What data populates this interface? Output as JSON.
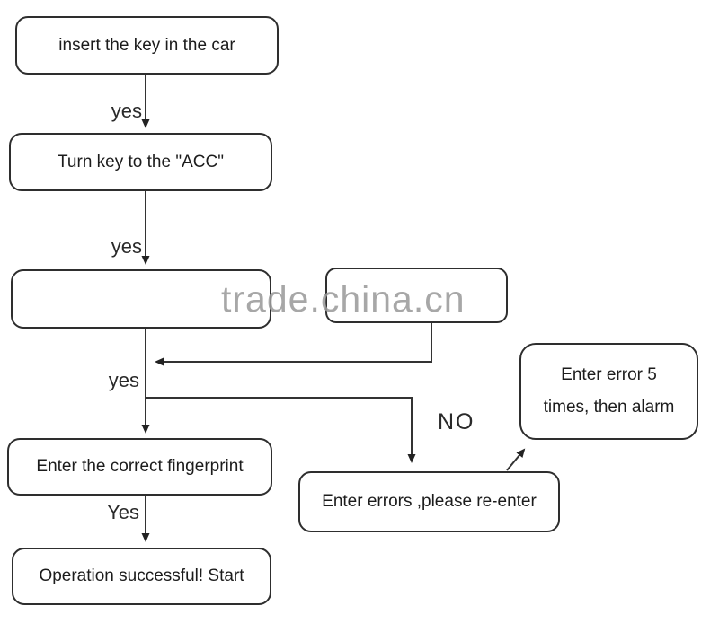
{
  "diagram": {
    "title_hint": "car fingerprint ignition flowchart",
    "nodes": {
      "insert_key": {
        "label": "insert the key in the car"
      },
      "turn_key": {
        "label": "Turn key to the \"ACC\""
      },
      "blank_left": {
        "label": ""
      },
      "blank_right": {
        "label": ""
      },
      "correct_fingerprint": {
        "label": "Enter the correct fingerprint"
      },
      "operation_success": {
        "label": "Operation successful! Start"
      },
      "enter_errors": {
        "label": "Enter errors ,please re-enter"
      },
      "alarm": {
        "line1": "Enter error 5",
        "line2": "times, then alarm"
      }
    },
    "edge_labels": {
      "yes1": "yes",
      "yes2": "yes",
      "yes3": "yes",
      "yes4": "Yes",
      "no": "NO"
    },
    "colors": {
      "line": "#333333",
      "border": "#2e2e2e",
      "text": "#1c1c1c",
      "watermark": "#9c9c9c",
      "background": "#ffffff"
    }
  },
  "watermark": {
    "text": "trade.china.cn"
  }
}
